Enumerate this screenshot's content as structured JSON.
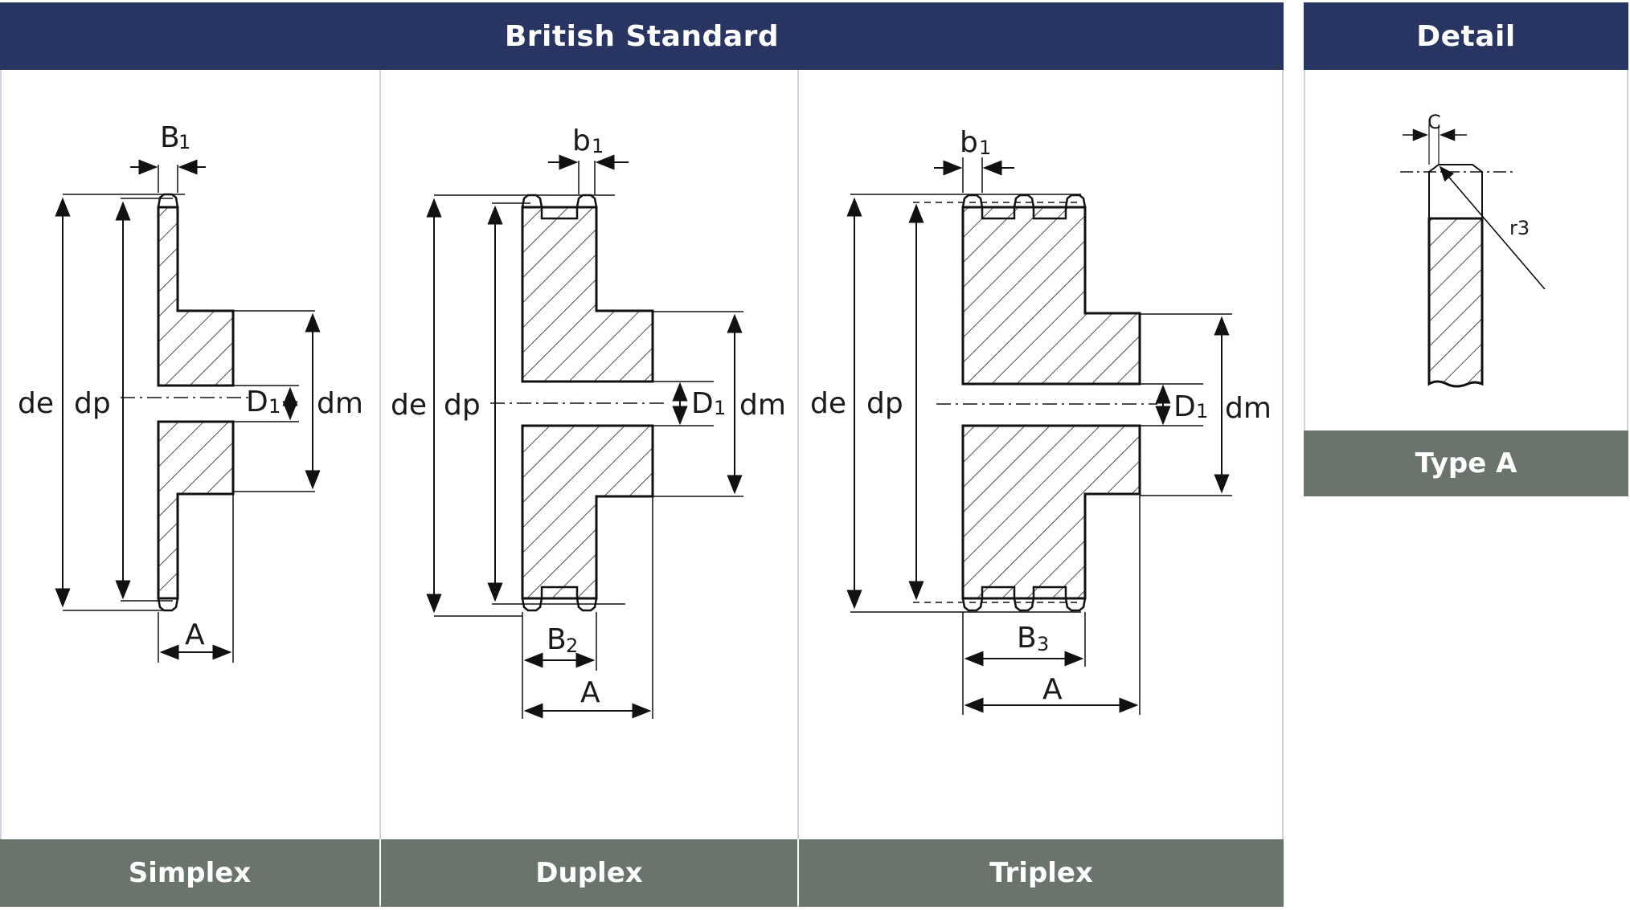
{
  "british_standard": {
    "title": "British Standard",
    "panels": [
      {
        "id": "simplex",
        "label": "Simplex"
      },
      {
        "id": "duplex",
        "label": "Duplex"
      },
      {
        "id": "triplex",
        "label": "Triplex"
      }
    ]
  },
  "detail": {
    "title": "Detail",
    "label": "Type A"
  },
  "dimension_labels": {
    "de": "de",
    "dp": "dp",
    "dm": "dm",
    "D": "D",
    "one": "1",
    "A": "A",
    "B": "B",
    "b": "b",
    "two": "2",
    "three": "3",
    "C": "C",
    "r3": "r3"
  },
  "colors": {
    "header": "#283562",
    "footer": "#6a736c",
    "border": "#c9d3e2"
  }
}
